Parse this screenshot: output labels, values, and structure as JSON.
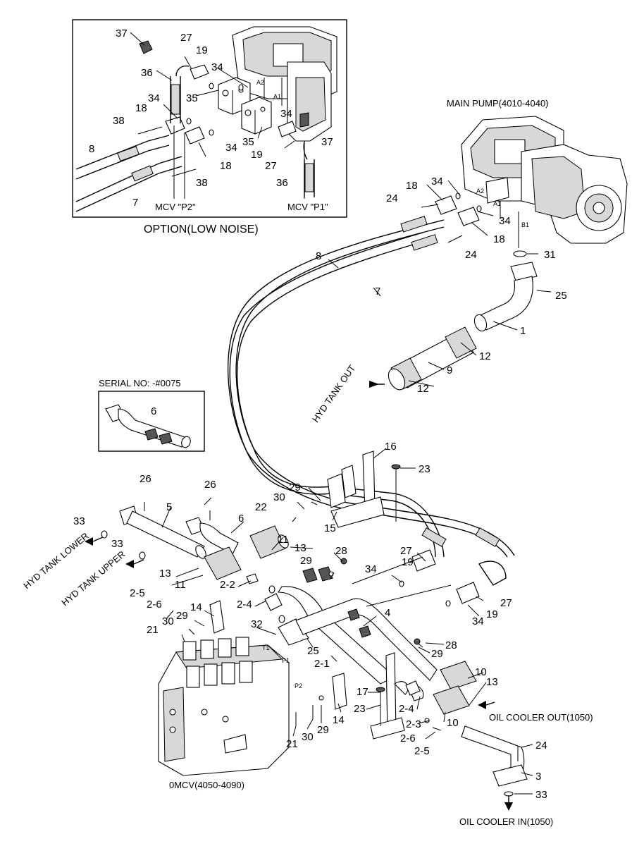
{
  "labels": {
    "option_title": "OPTION(LOW NOISE)",
    "main_pump": "MAIN PUMP(4010-4040)",
    "serial_no": "SERIAL NO: -#0075",
    "hyd_tank_out": "HYD TANK OUT",
    "hyd_tank_lower": "HYD TANK LOWER",
    "hyd_tank_upper": "HYD TANK UPPER",
    "oil_cooler_out": "OIL COOLER OUT(1050)",
    "oil_cooler_in": "OIL COOLER IN(1050)",
    "mcv": "0MCV(4050-4090)",
    "mcv_p1": "MCV \"P1\"",
    "mcv_p2": "MCV \"P2\"",
    "port_a1": "A1",
    "port_a2": "A2",
    "port_b1": "B1",
    "port_t1": "T1",
    "port_p1": "P1",
    "port_p2": "P2"
  },
  "callouts": {
    "o37a": "37",
    "o27": "27",
    "o19a": "19",
    "o36a": "36",
    "o34a": "34",
    "o35a": "35",
    "o34b": "34",
    "o18a": "18",
    "o38a": "38",
    "o8": "8",
    "o35b": "35",
    "o34c": "34",
    "o37b": "37",
    "o19b": "19",
    "o27b": "27",
    "o34d": "34",
    "o18b": "18",
    "o38b": "38",
    "o7": "7",
    "o36b": "36",
    "m18a": "18",
    "m34a": "34",
    "m24a": "24",
    "m34b": "34",
    "m18b": "18",
    "m24b": "24",
    "m31": "31",
    "m25": "25",
    "m8": "8",
    "m7": "7",
    "m1": "1",
    "m12a": "12",
    "m9": "9",
    "m12b": "12",
    "m6s": "6",
    "m16": "16",
    "m23a": "23",
    "m26a": "26",
    "m26b": "26",
    "m5": "5",
    "m6": "6",
    "m30a": "30",
    "m29a": "29",
    "m22": "22",
    "m15": "15",
    "m33a": "33",
    "m33b": "33",
    "m11a": "11",
    "m13a": "13",
    "m28a": "28",
    "m29b": "29",
    "m27a": "27",
    "m19a": "19",
    "m34c": "34",
    "m13b": "13",
    "m11b": "11",
    "m2_5a": "2-5",
    "m2_6a": "2-6",
    "m2_2": "2-2",
    "m2_4a": "2-4",
    "m14a": "14",
    "m29c": "29",
    "m30b": "30",
    "m21a": "21",
    "m32": "32",
    "m25b": "25",
    "m4": "4",
    "m27b": "27",
    "m19b": "19",
    "m34d": "34",
    "m28b": "28",
    "m29d": "29",
    "m2_1": "2-1",
    "m10a": "10",
    "m13c": "13",
    "m17": "17",
    "m23b": "23",
    "m2_4b": "2-4",
    "m2_3": "2-3",
    "m2_6b": "2-6",
    "m2_5b": "2-5",
    "m10b": "10",
    "m14b": "14",
    "m29e": "29",
    "m30c": "30",
    "m21b": "21",
    "m24c": "24",
    "m3": "3",
    "m33c": "33"
  }
}
